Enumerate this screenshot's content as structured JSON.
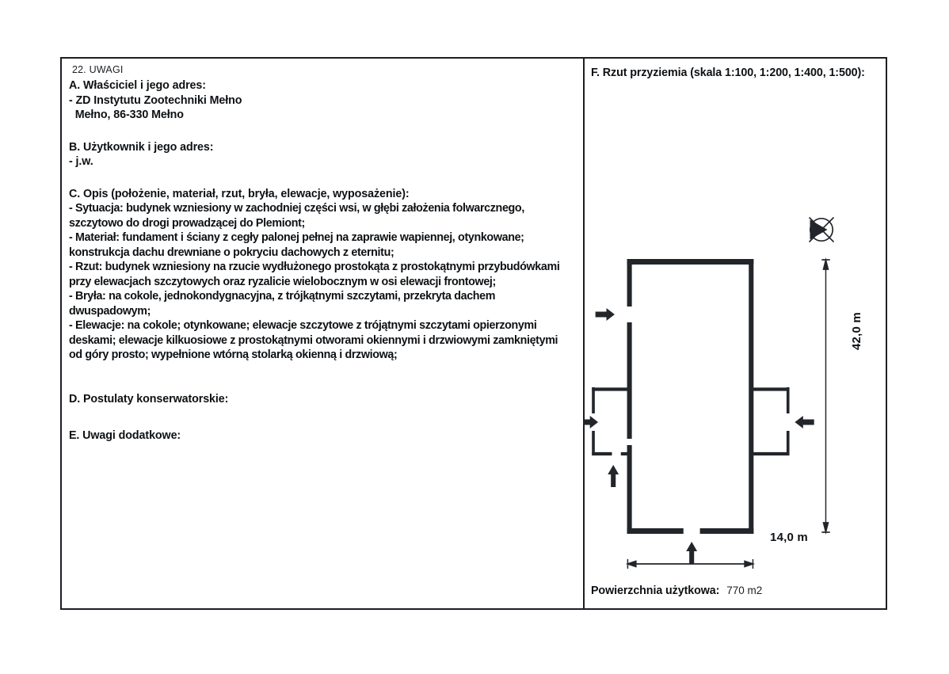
{
  "document": {
    "field_number": "22. UWAGI"
  },
  "left_panel": {
    "section_a": {
      "heading": "A. Właściciel i jego adres:",
      "lines": "- ZD Instytutu Zootechniki Mełno\n  Mełno, 86-330 Mełno"
    },
    "section_b": {
      "heading": "B. Użytkownik i jego adres:",
      "lines": "- j.w."
    },
    "section_c": {
      "heading": "C. Opis (położenie, materiał, rzut, bryła, elewacje, wyposażenie):",
      "lines": "- Sytuacja: budynek wzniesiony w zachodniej części wsi, w głębi założenia folwarcznego,\nszczytowo do drogi prowadzącej do Plemiont;\n- Materiał: fundament i ściany z cegły palonej pełnej na zaprawie wapiennej, otynkowane;\nkonstrukcja dachu drewniane o pokryciu dachowych z eternitu;\n- Rzut: budynek wzniesiony na rzucie wydłużonego prostokąta z prostokątnymi przybudówkami\nprzy elewacjach szczytowych oraz ryzalicie wielobocznym w osi elewacji frontowej;\n- Bryła: na cokole, jednokondygnacyjna, z trójkątnymi szczytami, przekryta dachem\ndwuspadowym;\n- Elewacje: na cokole; otynkowane; elewacje szczytowe z trójątnymi szczytami opierzonymi\ndeskami; elewacje kilkuosiowe z prostokątnymi otworami okiennymi i drzwiowymi zamkniętymi\nod góry prosto; wypełnione wtórną stolarką okienną i drzwiową;"
    },
    "section_d": {
      "heading": "D. Postulaty konserwatorskie:"
    },
    "section_e": {
      "heading": "E. Uwagi dodatkowe:"
    }
  },
  "right_panel": {
    "heading": "F. Rzut przyziemia (skala 1:100, 1:200, 1:400, 1:500):",
    "compass_icon": "compass-north-arrow-icon",
    "dimensions": {
      "width_label": "14,0 m",
      "height_label": "42,0 m"
    },
    "footer": {
      "area_label": "Powierzchnia użytkowa:",
      "area_value": "770 m2"
    }
  },
  "colors": {
    "ink": "#1b1f24",
    "wall": "#22262b",
    "paper": "#ffffff"
  }
}
